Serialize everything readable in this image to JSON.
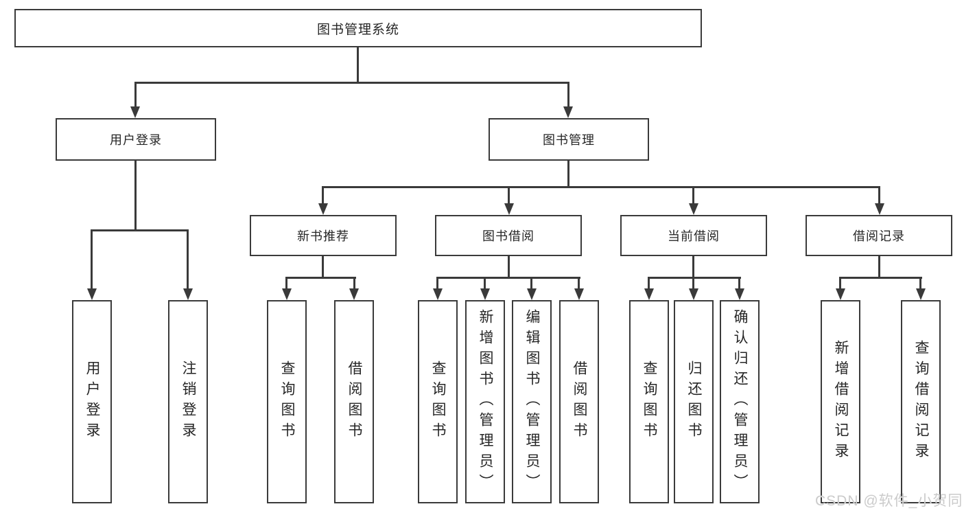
{
  "colors": {
    "line": "#3a3a3a",
    "text": "#262626",
    "watermark": "#cbcbcb",
    "background": "#ffffff"
  },
  "root": {
    "label": "图书管理系统"
  },
  "user_login": {
    "label": "用户登录",
    "children": [
      {
        "label": "用户登录"
      },
      {
        "label": "注销登录"
      }
    ]
  },
  "book_mgmt": {
    "label": "图书管理",
    "sections": [
      {
        "label": "新书推荐",
        "children": [
          {
            "label": "查询图书"
          },
          {
            "label": "借阅图书"
          }
        ]
      },
      {
        "label": "图书借阅",
        "children": [
          {
            "label": "查询图书"
          },
          {
            "label": "新增图书（管理员）"
          },
          {
            "label": "编辑图书（管理员）"
          },
          {
            "label": "借阅图书"
          }
        ]
      },
      {
        "label": "当前借阅",
        "children": [
          {
            "label": "查询图书"
          },
          {
            "label": "归还图书"
          },
          {
            "label": "确认归还（管理员）"
          }
        ]
      },
      {
        "label": "借阅记录",
        "children": [
          {
            "label": "新增借阅记录"
          },
          {
            "label": "查询借阅记录"
          }
        ]
      }
    ]
  },
  "watermark": {
    "text": "CSDN @软件_小贺同学"
  }
}
